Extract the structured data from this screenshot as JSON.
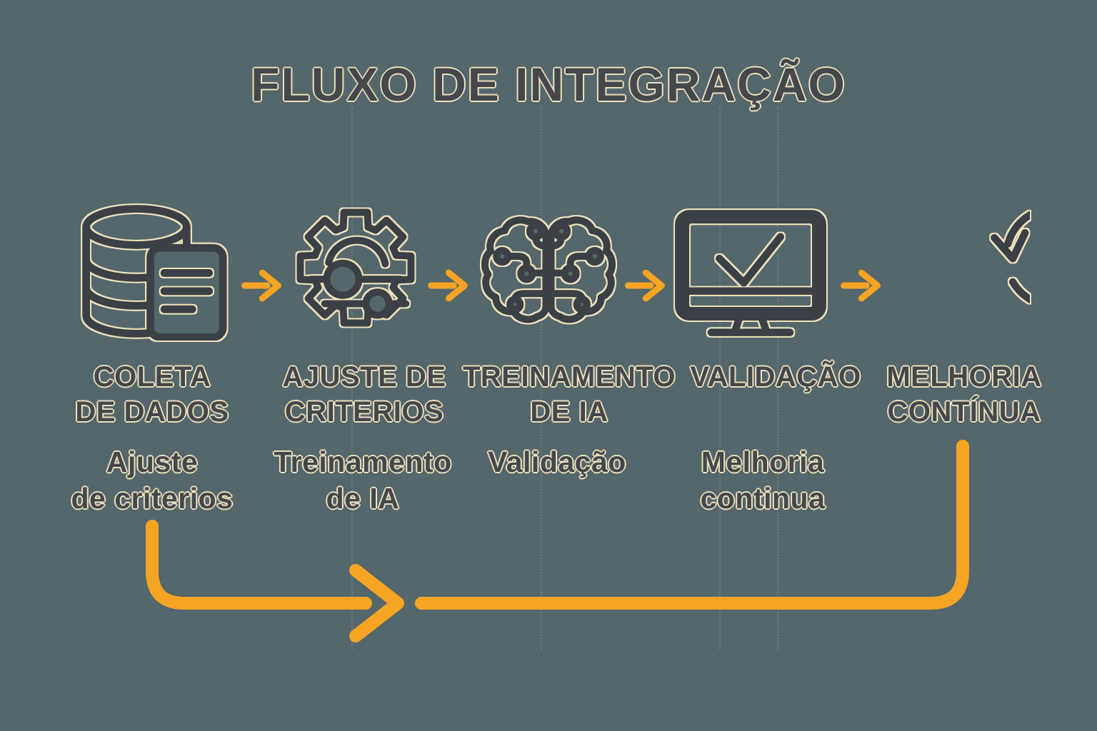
{
  "title": "FLUXO DE INTEGRAÇÃO",
  "steps": [
    {
      "icon": "database-document-icon",
      "heading": [
        "COLETA",
        "DE DADOS"
      ],
      "subtitle": [
        "Ajuste",
        "de criterios"
      ]
    },
    {
      "icon": "gear-sliders-icon",
      "heading": [
        "AJUSTE DE",
        "CRITERIOS"
      ],
      "subtitle": [
        "Treinamento",
        "de IA"
      ]
    },
    {
      "icon": "ai-brain-icon",
      "heading": [
        "TREINAMENTO",
        "DE IA"
      ],
      "subtitle": [
        "Validação",
        ""
      ]
    },
    {
      "icon": "monitor-check-icon",
      "heading": [
        "VALIDAÇÃO",
        ""
      ],
      "subtitle": [
        "Melhoria",
        "continua"
      ]
    },
    {
      "icon": "refresh-icon",
      "heading": [
        "MELHORIA",
        "CONTÍNUA"
      ],
      "subtitle": [
        "",
        ""
      ]
    }
  ],
  "colors": {
    "background": "#53676C",
    "line_art_ink": "#3B4046",
    "text": "#44484D",
    "cream_outline": "#ECE1BA",
    "accent_orange": "#F6A423"
  }
}
